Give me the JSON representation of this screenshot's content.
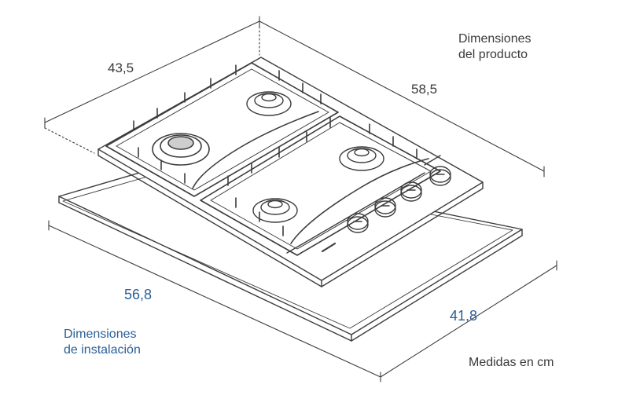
{
  "labels": {
    "product_title_line1": "Dimensiones",
    "product_title_line2": "del producto",
    "depth_product": "43,5",
    "width_product": "58,5",
    "width_install": "56,8",
    "depth_install": "41,8",
    "install_title_line1": "Dimensiones",
    "install_title_line2": "de instalación",
    "units_note": "Medidas en cm"
  },
  "colors": {
    "line": "#3c3c3c",
    "text_dark": "#3a3a3a",
    "text_blue": "#2a5f97"
  },
  "icons": {
    "burners": [
      "burner-large-icon",
      "burner-icon",
      "burner-icon",
      "burner-icon"
    ],
    "knobs": [
      "knob-icon",
      "knob-icon",
      "knob-icon",
      "knob-icon"
    ]
  }
}
